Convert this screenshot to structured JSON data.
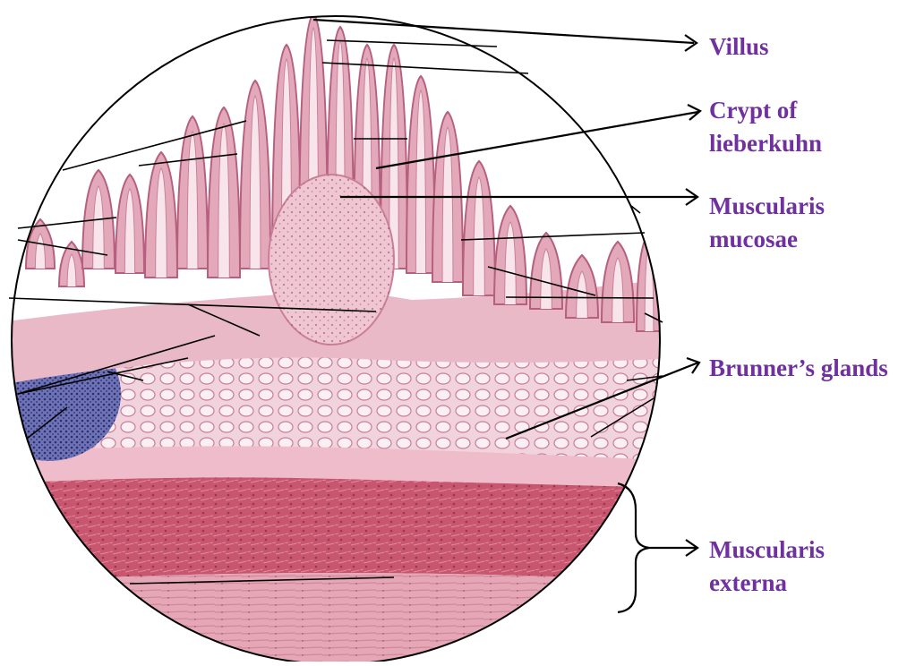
{
  "colors": {
    "label_purple": "#7030a0",
    "mucosa_pink": "#e9b9c8",
    "muscle_red": "#c9566f",
    "lymphoid_blue": "#4a4f96",
    "outline": "#000000"
  },
  "labels": {
    "villus": "Villus",
    "crypt": {
      "line1": "Crypt of",
      "line2": "lieberkuhn"
    },
    "muscularis_mucosae": {
      "line1": "Muscularis",
      "line2": "mucosae"
    },
    "brunners_glands": "Brunner’s glands",
    "muscularis_externa": {
      "line1": "Muscularis",
      "line2": "externa"
    }
  }
}
